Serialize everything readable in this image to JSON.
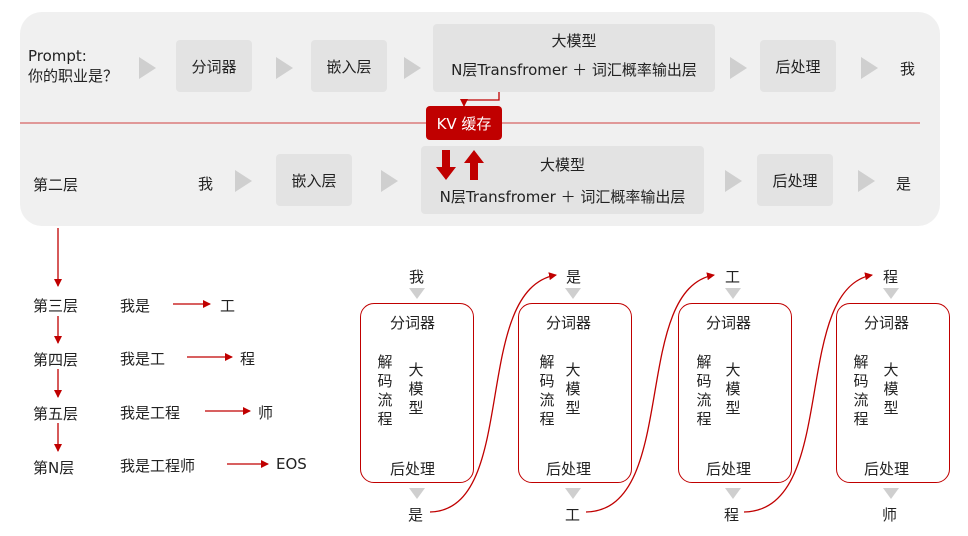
{
  "top": {
    "prompt_line1": "Prompt:",
    "prompt_line2": "你的职业是？",
    "tokenizer": "分词器",
    "embedding": "嵌入层",
    "model_title": "大模型",
    "model_body": "N层Transfromer  ＋  词汇概率输出层",
    "postprocess": "后处理",
    "output": "我"
  },
  "kv_cache": "KV 缓存",
  "second": {
    "label": "第二层",
    "input": "我",
    "embedding": "嵌入层",
    "model_title": "大模型",
    "model_body": "N层Transfromer  ＋  词汇概率输出层",
    "postprocess": "后处理",
    "output": "是"
  },
  "layers": [
    {
      "label": "第三层",
      "input": "我是",
      "output": "工"
    },
    {
      "label": "第四层",
      "input": "我是工",
      "output": "程"
    },
    {
      "label": "第五层",
      "input": "我是工程",
      "output": "师"
    },
    {
      "label": "第N层",
      "input": "我是工程师",
      "output": "EOS"
    }
  ],
  "decode": [
    {
      "in": "我",
      "out": "是"
    },
    {
      "in": "是",
      "out": "工"
    },
    {
      "in": "工",
      "out": "程"
    },
    {
      "in": "程",
      "out": "师"
    }
  ],
  "decode_labels": {
    "tokenizer": "分词器",
    "flow": "解码流程",
    "model": "大模型",
    "postprocess": "后处理"
  },
  "colors": {
    "accent": "#c00000",
    "panel": "#f0f0f0",
    "box": "#e3e3e3",
    "arrow_gray": "#cfcfcf"
  }
}
